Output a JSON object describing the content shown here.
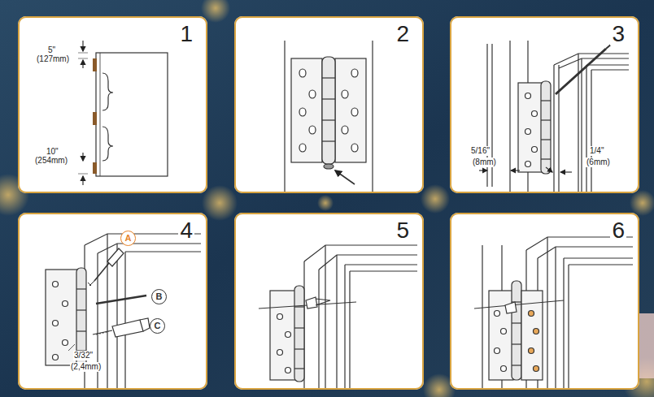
{
  "diagram": {
    "nodes": [
      {
        "text": [
          "1"
        ]
      },
      {
        "text": [
          "2"
        ]
      },
      {
        "text": [
          "3"
        ]
      },
      {
        "text": [
          "4"
        ]
      },
      {
        "text": [
          "5"
        ]
      },
      {
        "text": [
          "6"
        ]
      },
      {
        "text": [
          "A"
        ],
        "in": 3
      },
      {
        "text": [
          "B"
        ],
        "in": 3
      },
      {
        "text": [
          "C"
        ],
        "in": 3
      }
    ],
    "labels": [
      "5\"",
      "(127mm)",
      "10\"",
      "(254mm)",
      "5/16\"",
      "(8mm)",
      "1/4\"",
      "(6mm)",
      "3/32\"",
      "(2,4mm)"
    ]
  }
}
